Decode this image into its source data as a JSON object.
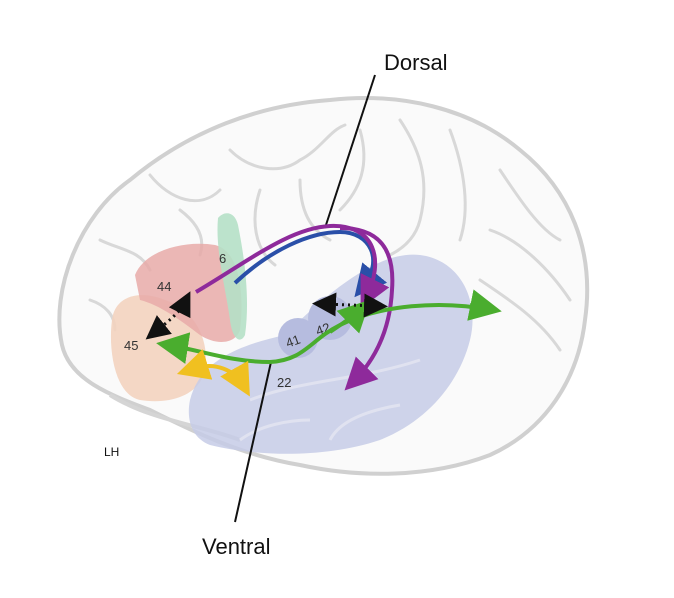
{
  "labels": {
    "dorsal": "Dorsal",
    "ventral": "Ventral",
    "hemisphere": "LH"
  },
  "areas": {
    "a6": "6",
    "a44": "44",
    "a45": "45",
    "a41": "41",
    "a42": "42",
    "a22": "22"
  },
  "colors": {
    "area44": "#e8aaa8",
    "area45": "#f3d3bf",
    "area6": "#b5e0c6",
    "temporal": "#c6cbe6",
    "dorsal_purple": "#8e2a9b",
    "dorsal_blue": "#2a4fa8",
    "ventral_green": "#4aad2e",
    "ventral_yellow": "#f0c020"
  }
}
